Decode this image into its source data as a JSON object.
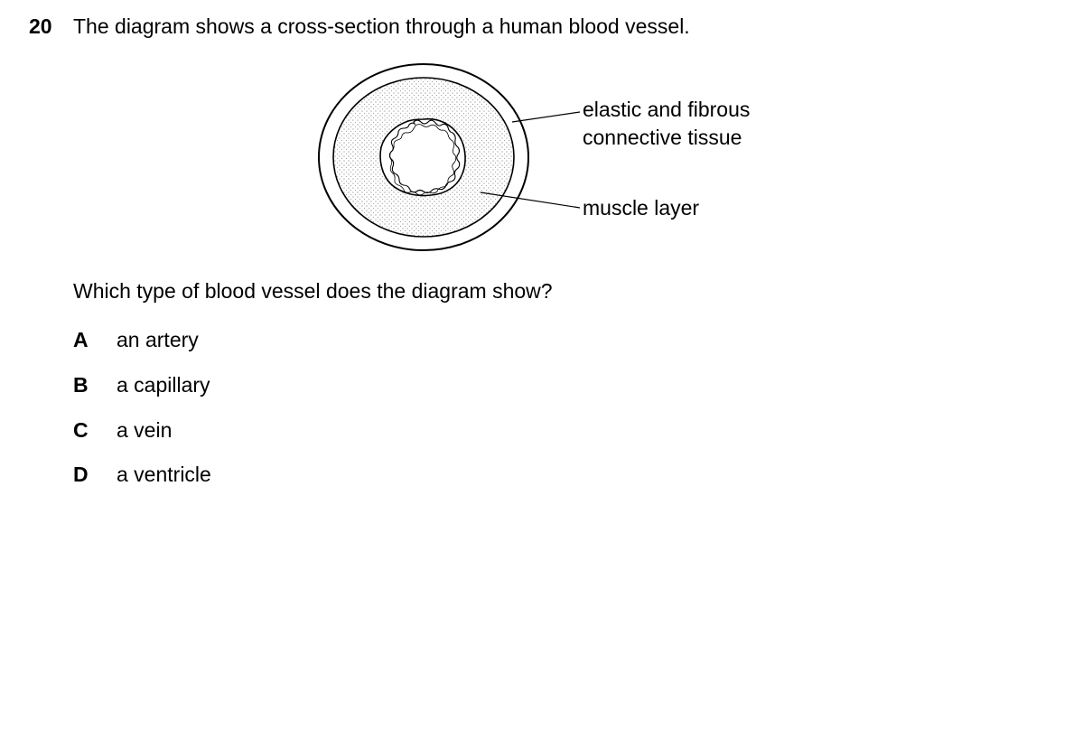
{
  "question": {
    "number": "20",
    "stem": "The diagram shows a cross-section through a human blood vessel.",
    "prompt": "Which type of blood vessel does the diagram show?"
  },
  "diagram": {
    "labels": {
      "outer_line1": "elastic and fibrous",
      "outer_line2": "connective tissue",
      "muscle": "muscle layer"
    }
  },
  "options": [
    {
      "letter": "A",
      "text": "an artery"
    },
    {
      "letter": "B",
      "text": "a capillary"
    },
    {
      "letter": "C",
      "text": "a vein"
    },
    {
      "letter": "D",
      "text": "a ventricle"
    }
  ]
}
